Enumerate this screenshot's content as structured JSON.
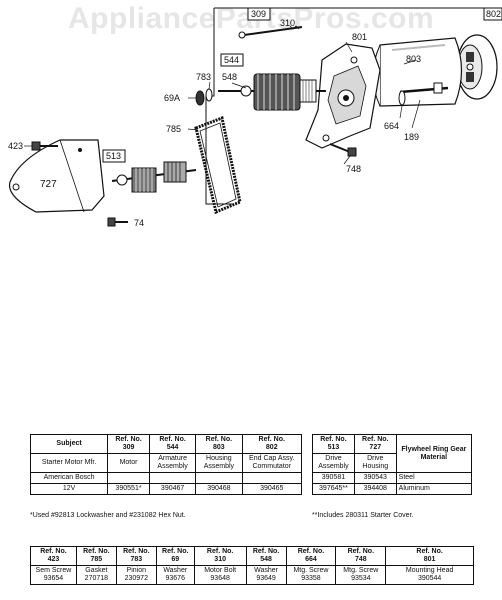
{
  "watermark": "AppliancePartsPros.com",
  "callouts": {
    "c309": "309",
    "c310": "310",
    "c802": "802",
    "c801": "801",
    "c544": "544",
    "c803": "803",
    "c783": "783",
    "c548": "548",
    "c69a": "69A",
    "c664": "664",
    "c189": "189",
    "c785": "785",
    "c423": "423",
    "c513": "513",
    "c748": "748",
    "c727": "727",
    "c74": "74"
  },
  "table_main": {
    "headers": [
      {
        "col": "Subject"
      },
      {
        "ref": "Ref. No.",
        "num": "309"
      },
      {
        "ref": "Ref. No.",
        "num": "544"
      },
      {
        "ref": "Ref. No.",
        "num": "803"
      },
      {
        "ref": "Ref. No.",
        "num": "802"
      }
    ],
    "row_desc": [
      "Starter Motor Mfr.",
      "Motor",
      "Armature Assembly",
      "Housing Assembly",
      "End Cap Assy. Commutator"
    ],
    "row_bosch": [
      "American Bosch",
      "",
      "",
      "",
      ""
    ],
    "row_12v": [
      "12V",
      "390551*",
      "390467",
      "390468",
      "390465"
    ]
  },
  "table_side": {
    "headers": [
      {
        "ref": "Ref. No.",
        "num": "513"
      },
      {
        "ref": "Ref. No.",
        "num": "727"
      },
      {
        "col": "Flywheel Ring Gear Material"
      }
    ],
    "row_desc": [
      "Drive Assembly",
      "Drive Housing",
      ""
    ],
    "row_1": [
      "390581",
      "390543",
      "Steel"
    ],
    "row_2": [
      "397645**",
      "394408",
      "Aluminum"
    ]
  },
  "notes": {
    "note_main": "*Used #92813 Lockwasher and #231082 Hex Nut.",
    "note_side": "**Includes 280311 Starter Cover."
  },
  "table_bottom": {
    "headers": [
      {
        "ref": "Ref. No.",
        "num": "423"
      },
      {
        "ref": "Ref. No.",
        "num": "785"
      },
      {
        "ref": "Ref. No.",
        "num": "783"
      },
      {
        "ref": "Ref. No.",
        "num": "69"
      },
      {
        "ref": "Ref. No.",
        "num": "310"
      },
      {
        "ref": "Ref. No.",
        "num": "548"
      },
      {
        "ref": "Ref. No.",
        "num": "664"
      },
      {
        "ref": "Ref. No.",
        "num": "748"
      },
      {
        "ref": "Ref. No.",
        "num": "801"
      }
    ],
    "names": [
      "Sem Screw",
      "Gasket",
      "Pinion",
      "Washer",
      "Motor Bolt",
      "Washer",
      "Mtg. Screw",
      "Mtg. Screw",
      "Mounting Head"
    ],
    "parts": [
      "93654",
      "270718",
      "230972",
      "93676",
      "93648",
      "93649",
      "93358",
      "93534",
      "390544"
    ]
  }
}
